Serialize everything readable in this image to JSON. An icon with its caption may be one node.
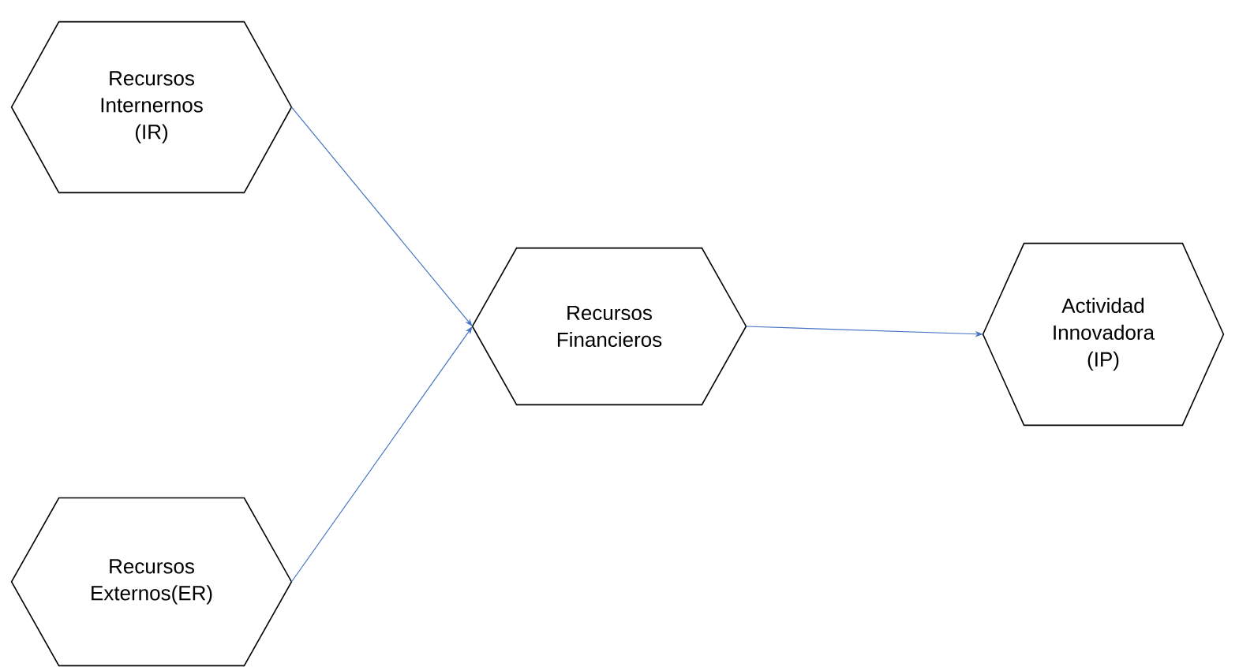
{
  "diagram": {
    "nodes": [
      {
        "text": [
          "Recursos Internernos (IR)"
        ]
      },
      {
        "text": [
          "Recursos Externos(ER)"
        ]
      },
      {
        "text": [
          "Recursos Financieros"
        ]
      },
      {
        "text": [
          "Actividad Innovadora (IP)"
        ]
      }
    ],
    "edges": [
      {
        "from": 0,
        "to": 2,
        "arrow": "to"
      },
      {
        "from": 1,
        "to": 2,
        "arrow": "to"
      },
      {
        "from": 2,
        "to": 3,
        "arrow": "to"
      }
    ]
  }
}
